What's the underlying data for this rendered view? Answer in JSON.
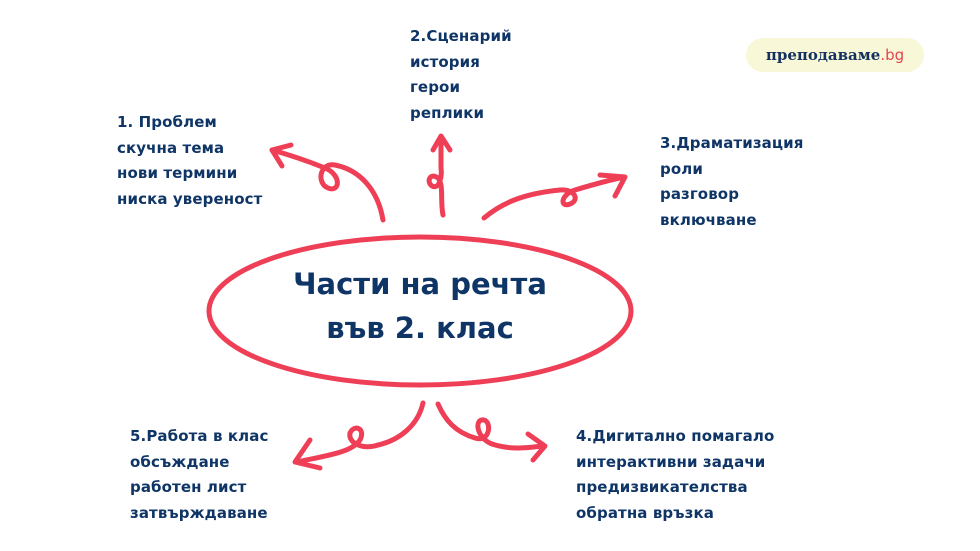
{
  "logo": {
    "name": "преподаваме",
    "tld": ".bg"
  },
  "center": {
    "line1": "Части на речта",
    "line2": "във 2. клас"
  },
  "colors": {
    "text": "#0f3566",
    "accent": "#ee3f57",
    "logo_bg": "#f8f8d8"
  },
  "branches": [
    {
      "title": "1. Проблем",
      "items": [
        "скучна тема",
        "нови термини",
        "ниска увереност"
      ]
    },
    {
      "title": "2.Сценарий",
      "items": [
        "история",
        "герои",
        "реплики"
      ]
    },
    {
      "title": "3.Драматизация",
      "items": [
        "роли",
        "разговор",
        "включване"
      ]
    },
    {
      "title": "4.Дигитално помагало",
      "items": [
        "интерактивни задачи",
        "предизвикателства",
        "обратна връзка"
      ]
    },
    {
      "title": "5.Работа в клас",
      "items": [
        "обсъждане",
        "работен лист",
        "затвърждаване"
      ]
    }
  ]
}
